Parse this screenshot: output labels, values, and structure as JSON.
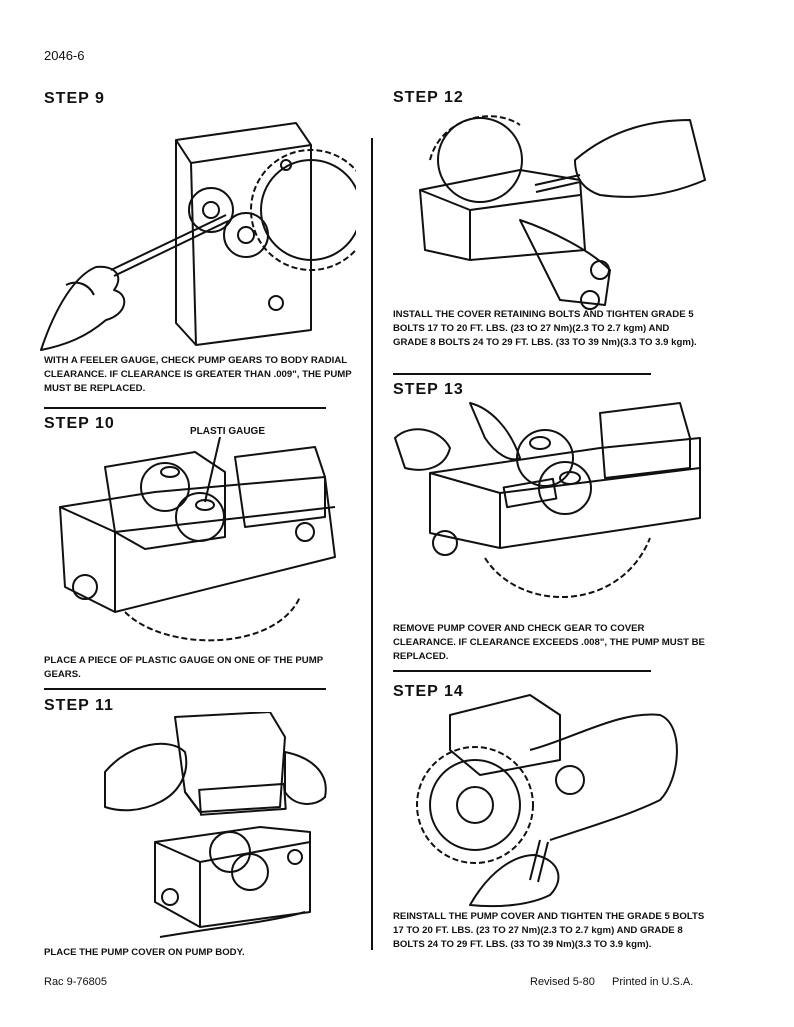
{
  "page": {
    "page_number": "2046-6",
    "footer_left": "Rac 9-76805",
    "footer_revised": "Revised 5-80",
    "footer_printed": "Printed in U.S.A."
  },
  "steps": {
    "step9": {
      "title": "STEP 9",
      "caption": "WITH A FEELER GAUGE, CHECK PUMP GEARS TO BODY RADIAL CLEARANCE. IF CLEARANCE IS GREATER THAN .009\", THE PUMP MUST BE REPLACED."
    },
    "step10": {
      "title": "STEP 10",
      "callout": "PLASTI GAUGE",
      "caption": "PLACE A PIECE OF PLASTIC GAUGE ON ONE OF THE PUMP GEARS."
    },
    "step11": {
      "title": "STEP 11",
      "caption": "PLACE THE PUMP COVER ON PUMP BODY."
    },
    "step12": {
      "title": "STEP 12",
      "caption": "INSTALL THE COVER RETAINING BOLTS AND TIGHTEN GRADE 5 BOLTS 17 TO 20 FT. LBS. (23 tO 27 Nm)(2.3 TO 2.7 kgm) AND GRADE 8 BOLTS 24 TO 29 FT. LBS. (33 TO 39 Nm)(3.3 TO 3.9 kgm)."
    },
    "step13": {
      "title": "STEP 13",
      "caption": "REMOVE PUMP COVER AND CHECK GEAR TO COVER CLEARANCE. IF CLEARANCE EXCEEDS .008\", THE PUMP MUST BE REPLACED."
    },
    "step14": {
      "title": "STEP 14",
      "caption": "REINSTALL THE PUMP COVER AND TIGHTEN THE GRADE 5 BOLTS 17 TO 20 FT. LBS. (23 TO 27 Nm)(2.3 TO 2.7 kgm) AND GRADE 8 BOLTS 24 TO 29 FT. LBS. (33 TO 39 Nm)(3.3 TO 3.9 kgm)."
    }
  }
}
